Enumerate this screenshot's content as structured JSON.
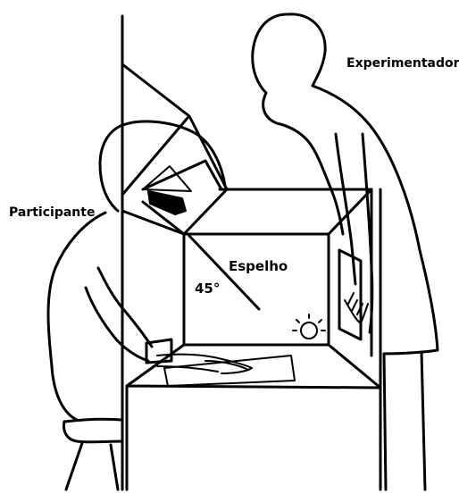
{
  "labels": {
    "experimenter": "Experimentador",
    "participant": "Participante",
    "mirror": "Espelho",
    "angle": "45°"
  },
  "colors": {
    "ink": "#000000",
    "background": "#ffffff"
  }
}
